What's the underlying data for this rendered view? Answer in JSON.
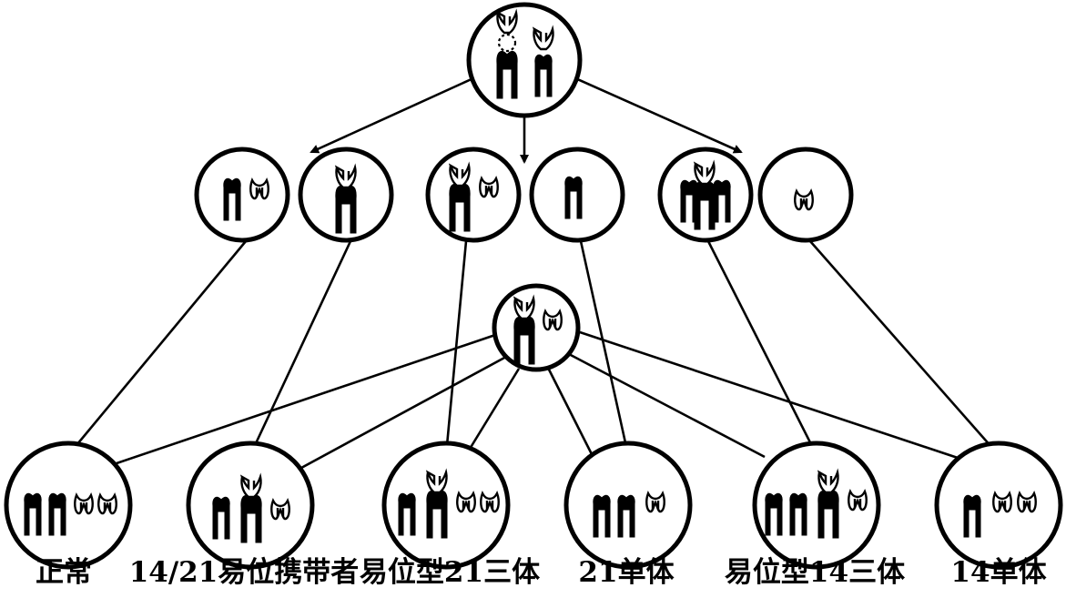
{
  "labels": {
    "normal": "正常",
    "carrier": "14/21易位携带者",
    "trisomy21": "易位型21三体",
    "monosomy21": "21单体",
    "trisomy14": "易位型14三体",
    "monosomy14": "14单体"
  },
  "colors": {
    "line": "#000000",
    "background": "#ffffff"
  }
}
